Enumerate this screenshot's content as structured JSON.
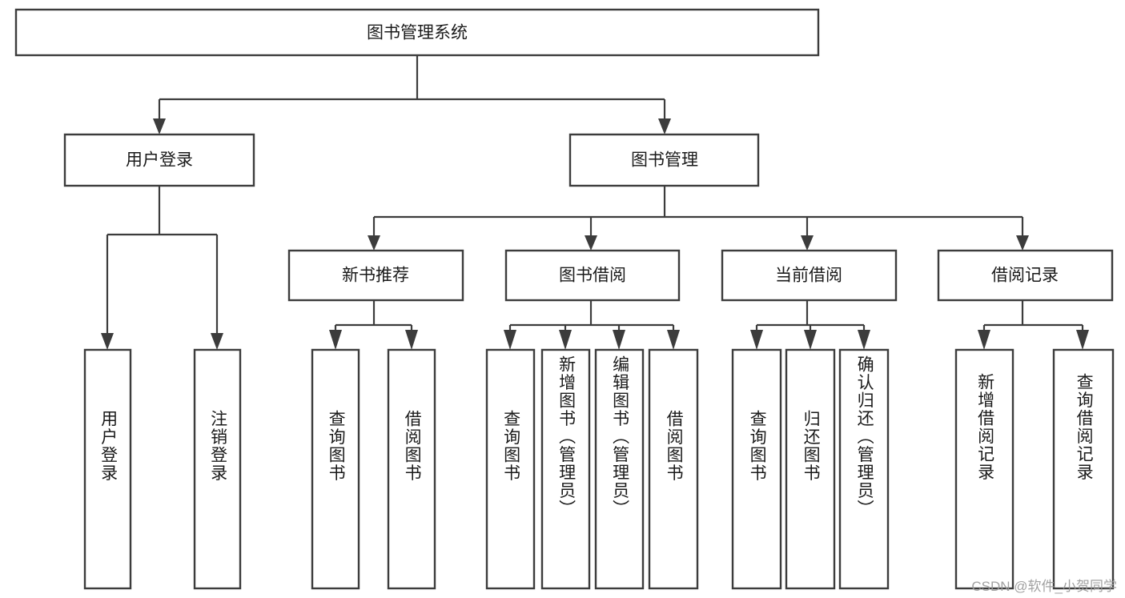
{
  "diagram": {
    "title": "图书管理系统",
    "watermark": "CSDN @软件_小贺同学",
    "levels": {
      "root": {
        "label": "图书管理系统"
      },
      "level2": [
        {
          "label": "用户登录"
        },
        {
          "label": "图书管理"
        }
      ],
      "level3": [
        {
          "label": "新书推荐"
        },
        {
          "label": "图书借阅"
        },
        {
          "label": "当前借阅"
        },
        {
          "label": "借阅记录"
        }
      ],
      "leaves": {
        "user_login": [
          {
            "label": "用户登录"
          },
          {
            "label": "注销登录"
          }
        ],
        "new_book_recommend": [
          {
            "label": "查询图书"
          },
          {
            "label": "借阅图书"
          }
        ],
        "book_borrow": [
          {
            "label": "查询图书"
          },
          {
            "label": "新增图书（管理员）"
          },
          {
            "label": "编辑图书（管理员）"
          },
          {
            "label": "借阅图书"
          }
        ],
        "current_borrow": [
          {
            "label": "查询图书"
          },
          {
            "label": "归还图书"
          },
          {
            "label": "确认归还（管理员）"
          }
        ],
        "borrow_record": [
          {
            "label": "新增借阅记录"
          },
          {
            "label": "查询借阅记录"
          }
        ]
      }
    },
    "colors": {
      "box_stroke": "#3c3c3c",
      "box_fill": "#ffffff",
      "text": "#1a1a1a",
      "watermark": "#9a9a9a",
      "background": "#ffffff"
    }
  },
  "chart_data": {
    "type": "diagram",
    "subtype": "tree-hierarchy",
    "title": "图书管理系统",
    "orientation": "top-down",
    "nodes": [
      {
        "id": "root",
        "label": "图书管理系统",
        "level": 0,
        "parent": null
      },
      {
        "id": "n_user_login",
        "label": "用户登录",
        "level": 1,
        "parent": "root"
      },
      {
        "id": "n_book_mgmt",
        "label": "图书管理",
        "level": 1,
        "parent": "root"
      },
      {
        "id": "n_new_book",
        "label": "新书推荐",
        "level": 2,
        "parent": "n_book_mgmt"
      },
      {
        "id": "n_book_borrow",
        "label": "图书借阅",
        "level": 2,
        "parent": "n_book_mgmt"
      },
      {
        "id": "n_current_borrow",
        "label": "当前借阅",
        "level": 2,
        "parent": "n_book_mgmt"
      },
      {
        "id": "n_borrow_record",
        "label": "借阅记录",
        "level": 2,
        "parent": "n_book_mgmt"
      },
      {
        "id": "l1",
        "label": "用户登录",
        "level": 3,
        "parent": "n_user_login"
      },
      {
        "id": "l2",
        "label": "注销登录",
        "level": 3,
        "parent": "n_user_login"
      },
      {
        "id": "l3",
        "label": "查询图书",
        "level": 3,
        "parent": "n_new_book"
      },
      {
        "id": "l4",
        "label": "借阅图书",
        "level": 3,
        "parent": "n_new_book"
      },
      {
        "id": "l5",
        "label": "查询图书",
        "level": 3,
        "parent": "n_book_borrow"
      },
      {
        "id": "l6",
        "label": "新增图书（管理员）",
        "level": 3,
        "parent": "n_book_borrow"
      },
      {
        "id": "l7",
        "label": "编辑图书（管理员）",
        "level": 3,
        "parent": "n_book_borrow"
      },
      {
        "id": "l8",
        "label": "借阅图书",
        "level": 3,
        "parent": "n_book_borrow"
      },
      {
        "id": "l9",
        "label": "查询图书",
        "level": 3,
        "parent": "n_current_borrow"
      },
      {
        "id": "l10",
        "label": "归还图书",
        "level": 3,
        "parent": "n_current_borrow"
      },
      {
        "id": "l11",
        "label": "确认归还（管理员）",
        "level": 3,
        "parent": "n_current_borrow"
      },
      {
        "id": "l12",
        "label": "新增借阅记录",
        "level": 3,
        "parent": "n_borrow_record"
      },
      {
        "id": "l13",
        "label": "查询借阅记录",
        "level": 3,
        "parent": "n_borrow_record"
      }
    ]
  }
}
